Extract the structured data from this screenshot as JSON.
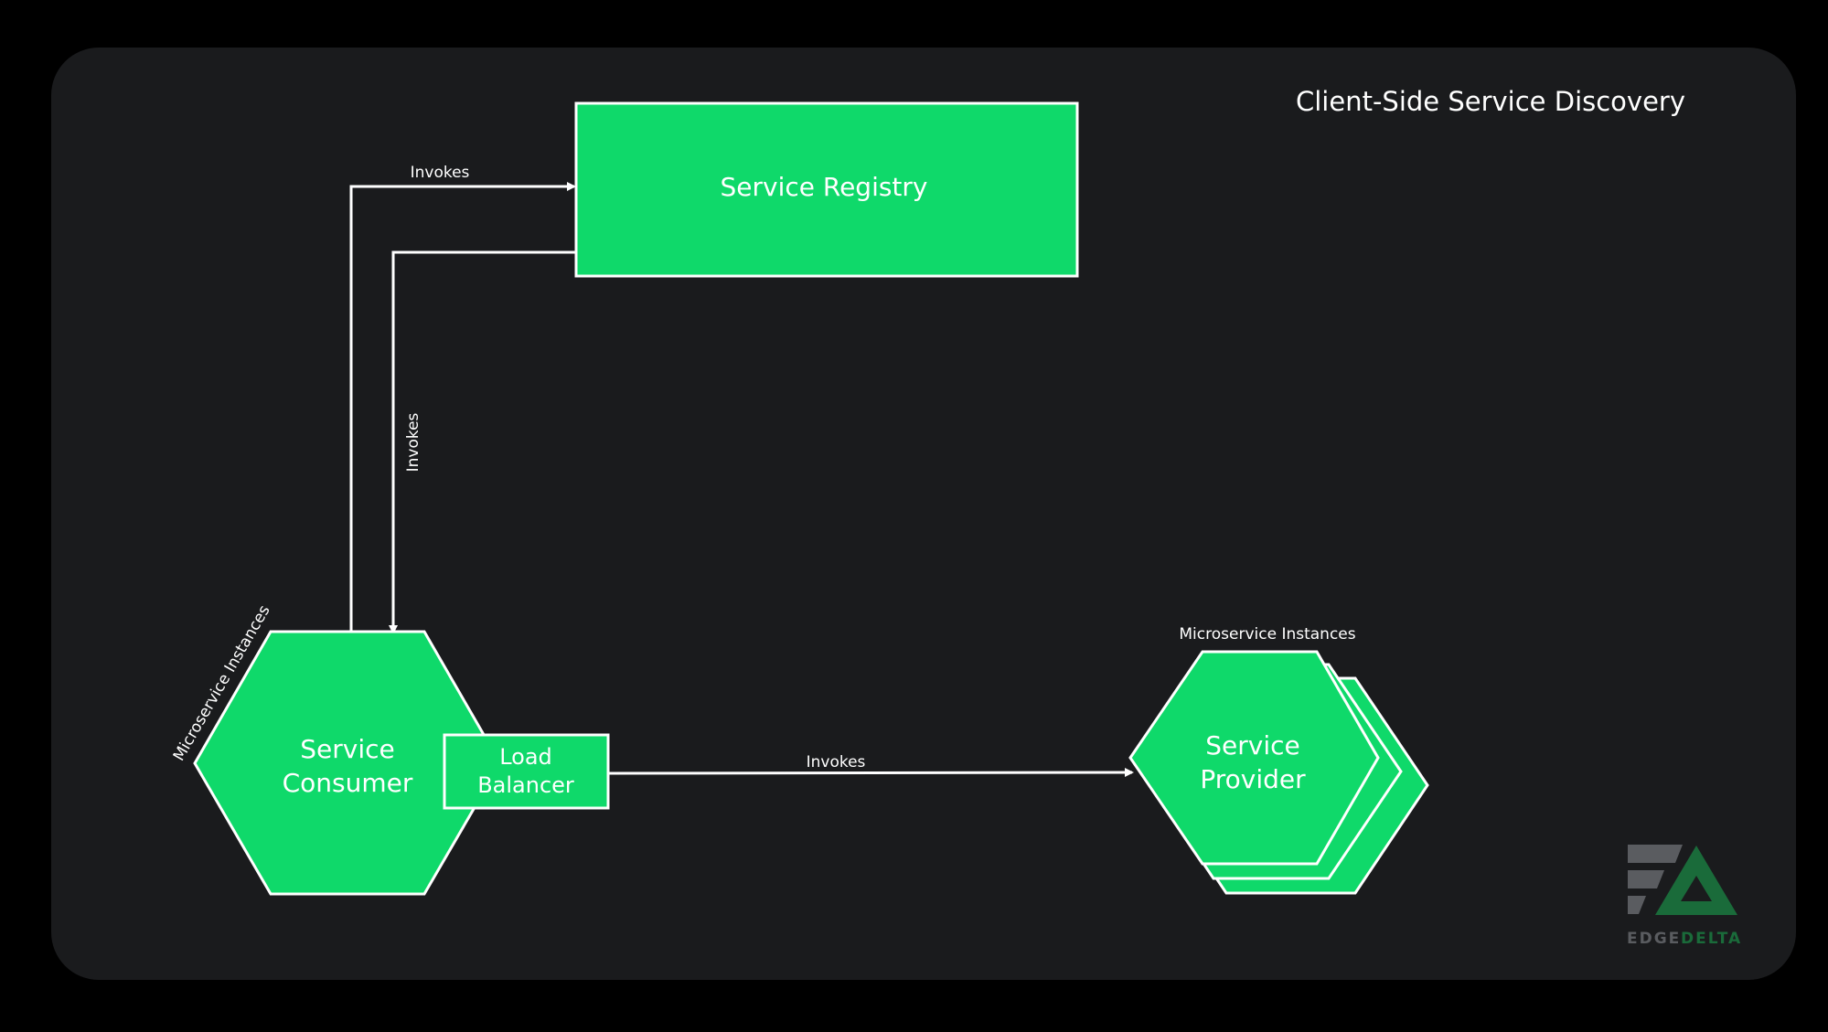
{
  "diagram": {
    "title": "Client-Side Service Discovery",
    "colors": {
      "page_background": "#000000",
      "panel_background": "#1a1b1d",
      "node_fill": "#0fd96a",
      "stroke": "#ffffff",
      "text": "#ffffff",
      "logo_gray": "#5a5c60",
      "logo_green": "#1a6b3a"
    },
    "nodes": {
      "service_registry": {
        "label": "Service Registry"
      },
      "service_consumer": {
        "label_line1": "Service",
        "label_line2": "Consumer",
        "tag": "Microservice Instances"
      },
      "load_balancer": {
        "label_line1": "Load",
        "label_line2": "Balancer"
      },
      "service_provider": {
        "label_line1": "Service",
        "label_line2": "Provider",
        "tag": "Microservice Instances"
      }
    },
    "edges": [
      {
        "from": "service_consumer",
        "to": "service_registry",
        "label": "Invokes"
      },
      {
        "from": "service_registry",
        "to": "service_consumer",
        "label": "Invokes"
      },
      {
        "from": "load_balancer",
        "to": "service_provider",
        "label": "Invokes"
      }
    ]
  },
  "logo": {
    "text": "EDGE DELTA",
    "word1": "EDGE",
    "word2": "DELTA"
  }
}
